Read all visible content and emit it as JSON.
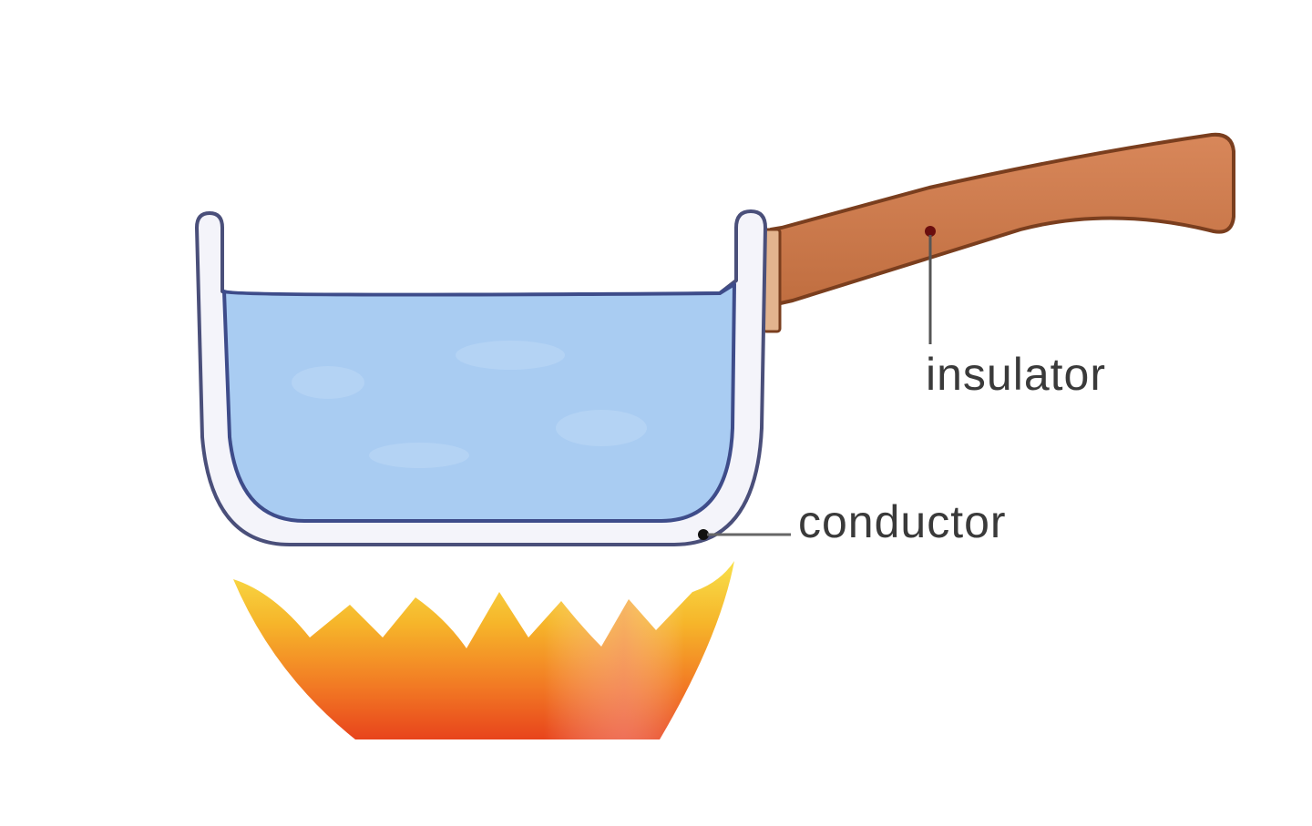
{
  "diagram": {
    "subject": "saucepan of water heated over a flame",
    "labels": {
      "insulator": "insulator",
      "conductor": "conductor"
    },
    "parts": [
      {
        "id": "handle",
        "label_ref": "insulator",
        "color": "#C8784A"
      },
      {
        "id": "pan-body",
        "label_ref": "conductor",
        "color": "#F4F4FA"
      },
      {
        "id": "water",
        "color": "#A9CCF2"
      },
      {
        "id": "flame",
        "colors": [
          "#F6D22A",
          "#F5A623",
          "#F05A1E"
        ]
      }
    ],
    "colors": {
      "background": "#FFFFFF",
      "pan_outline": "#4A4F7A",
      "water": "#A9CCF2",
      "handle": "#C8784A",
      "handle_outline": "#7A3E1E",
      "leader_line": "#555555",
      "label_text": "#3A3A3A"
    }
  }
}
